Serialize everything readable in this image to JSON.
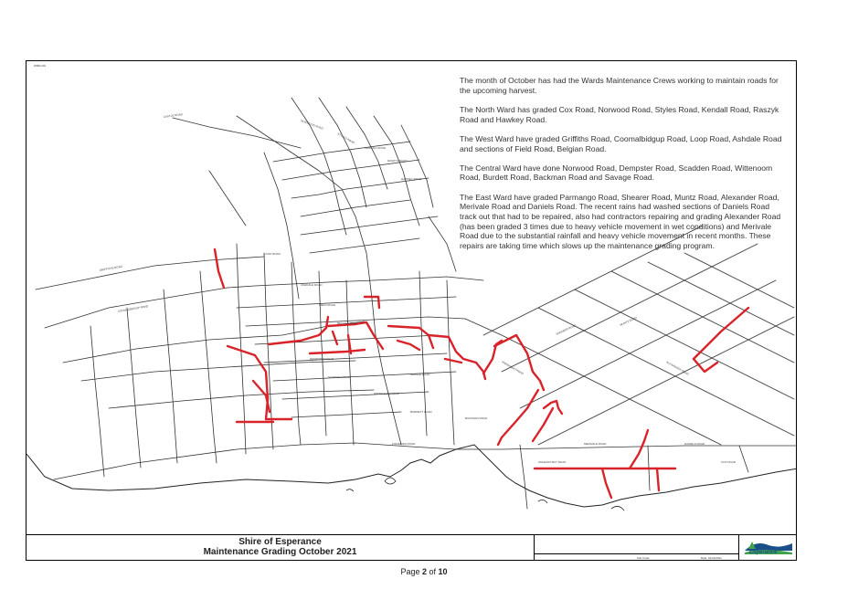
{
  "corner_code": "WRD-001",
  "notes": [
    "The month of October has had the Wards Maintenance Crews working to maintain roads for the upcoming harvest.",
    "The North Ward has graded Cox Road, Norwood Road, Styles Road, Kendall Road, Raszyk Road and Hawkey Road.",
    "The West Ward have graded Griffiths Road, Coomalbidgup Road, Loop Road, Ashdale Road and sections of Field Road, Belgian Road.",
    "The Central Ward have done Norwood Road, Dempster Road, Scadden Road, Wittenoom Road, Burdett Road, Backman Road and Savage Road.",
    "The East Ward have graded Parmango Road, Shearer Road, Muntz Road, Alexander Road, Merivale Road and Daniels Road. The recent rains had washed sections of Daniels Road track out that had to be repaired, also had contractors repairing and grading Alexander Road (has been graded 3 times due to heavy vehicle movement in wet conditions) and Merivale Road due to the substantial rainfall and heavy vehicle movement in recent months. These repairs are taking time which slows up the maintenance grading program."
  ],
  "title_block": {
    "shire": "Shire of Esperance",
    "subtitle": "Maintenance Grading October 2021",
    "small_left": "Sub Code:",
    "small_right": "Date: 01/11/2021",
    "logo_text": "Esperance"
  },
  "footer": {
    "prefix": "Page",
    "current": "2",
    "middle": "of",
    "total": "10"
  },
  "road_labels": [
    {
      "text": "CASTLE ROAD"
    },
    {
      "text": "NORWOOD ROAD"
    },
    {
      "text": "STYLES ROAD"
    },
    {
      "text": "KENDALL ROAD"
    },
    {
      "text": "RASZYK ROAD"
    },
    {
      "text": "HAWKEY ROAD"
    },
    {
      "text": "GRIFFITHS ROAD"
    },
    {
      "text": "COOMALBIDGUP ROAD"
    },
    {
      "text": "LOOP ROAD"
    },
    {
      "text": "ASHDALE ROAD"
    },
    {
      "text": "FIELD ROAD"
    },
    {
      "text": "BELGIAN ROAD"
    },
    {
      "text": "DEMPSTER ROAD"
    },
    {
      "text": "SCADDEN ROAD"
    },
    {
      "text": "WITTENOOM ROAD"
    },
    {
      "text": "BURDETT ROAD"
    },
    {
      "text": "BACKMAN ROAD"
    },
    {
      "text": "SAVAGE ROAD"
    },
    {
      "text": "PARMANGO ROAD"
    },
    {
      "text": "SHEARER ROAD"
    },
    {
      "text": "MUNTZ ROAD"
    },
    {
      "text": "ALEXANDER ROAD"
    },
    {
      "text": "MERIVALE ROAD"
    },
    {
      "text": "DANIELS ROAD"
    },
    {
      "text": "COX ROAD"
    },
    {
      "text": "ORLEANS BAY ROAD"
    },
    {
      "text": "FISHERIES ROAD"
    }
  ],
  "colors": {
    "graded_road": "#d8232a",
    "road": "#333333",
    "logo_blue": "#1a4f8a",
    "logo_green": "#3fa34d"
  }
}
